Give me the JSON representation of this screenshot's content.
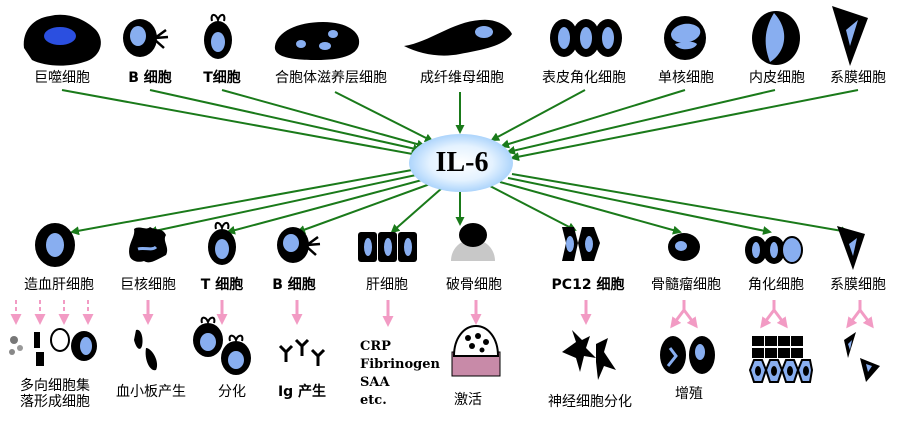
{
  "center": {
    "label": "IL-6"
  },
  "producers": [
    {
      "label": "巨噬细胞",
      "icon": "macrophage-icon"
    },
    {
      "label": "B 细胞",
      "icon": "b-cell-icon"
    },
    {
      "label": "T细胞",
      "icon": "t-cell-icon"
    },
    {
      "label": "合胞体滋养层细胞",
      "icon": "syncytiotrophoblast-icon"
    },
    {
      "label": "成纤维母细胞",
      "icon": "fibroblast-icon"
    },
    {
      "label": "表皮角化细胞",
      "icon": "keratinocyte-icon"
    },
    {
      "label": "单核细胞",
      "icon": "monocyte-icon"
    },
    {
      "label": "内皮细胞",
      "icon": "endothelial-cell-icon"
    },
    {
      "label": "系膜细胞",
      "icon": "mesangial-cell-icon"
    }
  ],
  "targets": [
    {
      "label": "造血肝细胞",
      "icon": "hematopoietic-cell-icon"
    },
    {
      "label": "巨核细胞",
      "icon": "megakaryocyte-icon"
    },
    {
      "label": "T 细胞",
      "icon": "t-cell-icon"
    },
    {
      "label": "B 细胞",
      "icon": "b-cell-icon"
    },
    {
      "label": "肝细胞",
      "icon": "hepatocyte-icon"
    },
    {
      "label": "破骨细胞",
      "icon": "osteoclast-icon"
    },
    {
      "label": "PC12 细胞",
      "icon": "pc12-cell-icon"
    },
    {
      "label": "骨髓瘤细胞",
      "icon": "myeloma-cell-icon"
    },
    {
      "label": "角化细胞",
      "icon": "keratinocyte-icon"
    },
    {
      "label": "系膜细胞",
      "icon": "mesangial-cell-icon"
    }
  ],
  "effects": [
    {
      "label_line1": "多向细胞集",
      "label_line2": "落形成细胞",
      "icon": "colony-forming-cells-icon"
    },
    {
      "label": "血小板产生",
      "icon": "platelets-icon"
    },
    {
      "label": "分化",
      "icon": "differentiated-t-cells-icon"
    },
    {
      "label": "Ig 产生",
      "icon": "immunoglobulin-icon"
    },
    {
      "label": "CRP\nFibrinogen\nSAA\netc.",
      "lines": [
        "CRP",
        "Fibrinogen",
        "SAA",
        "etc."
      ],
      "icon": "none"
    },
    {
      "label": "激活",
      "icon": "activated-osteoclast-icon"
    },
    {
      "label": "神经细胞分化",
      "icon": "neuron-icon"
    },
    {
      "label": "增殖",
      "icon": "proliferation-icon"
    },
    {
      "label": "",
      "icon": "keratinocyte-layer-icon"
    },
    {
      "label": "",
      "icon": "mesangial-proliferation-icon"
    }
  ],
  "colors": {
    "arrow_green": "#1a7a1a",
    "arrow_pink": "#f29bc4",
    "cell_blue": "#88aef0",
    "cell_dark": "#000000",
    "center_glow": "#bfe0ff"
  }
}
